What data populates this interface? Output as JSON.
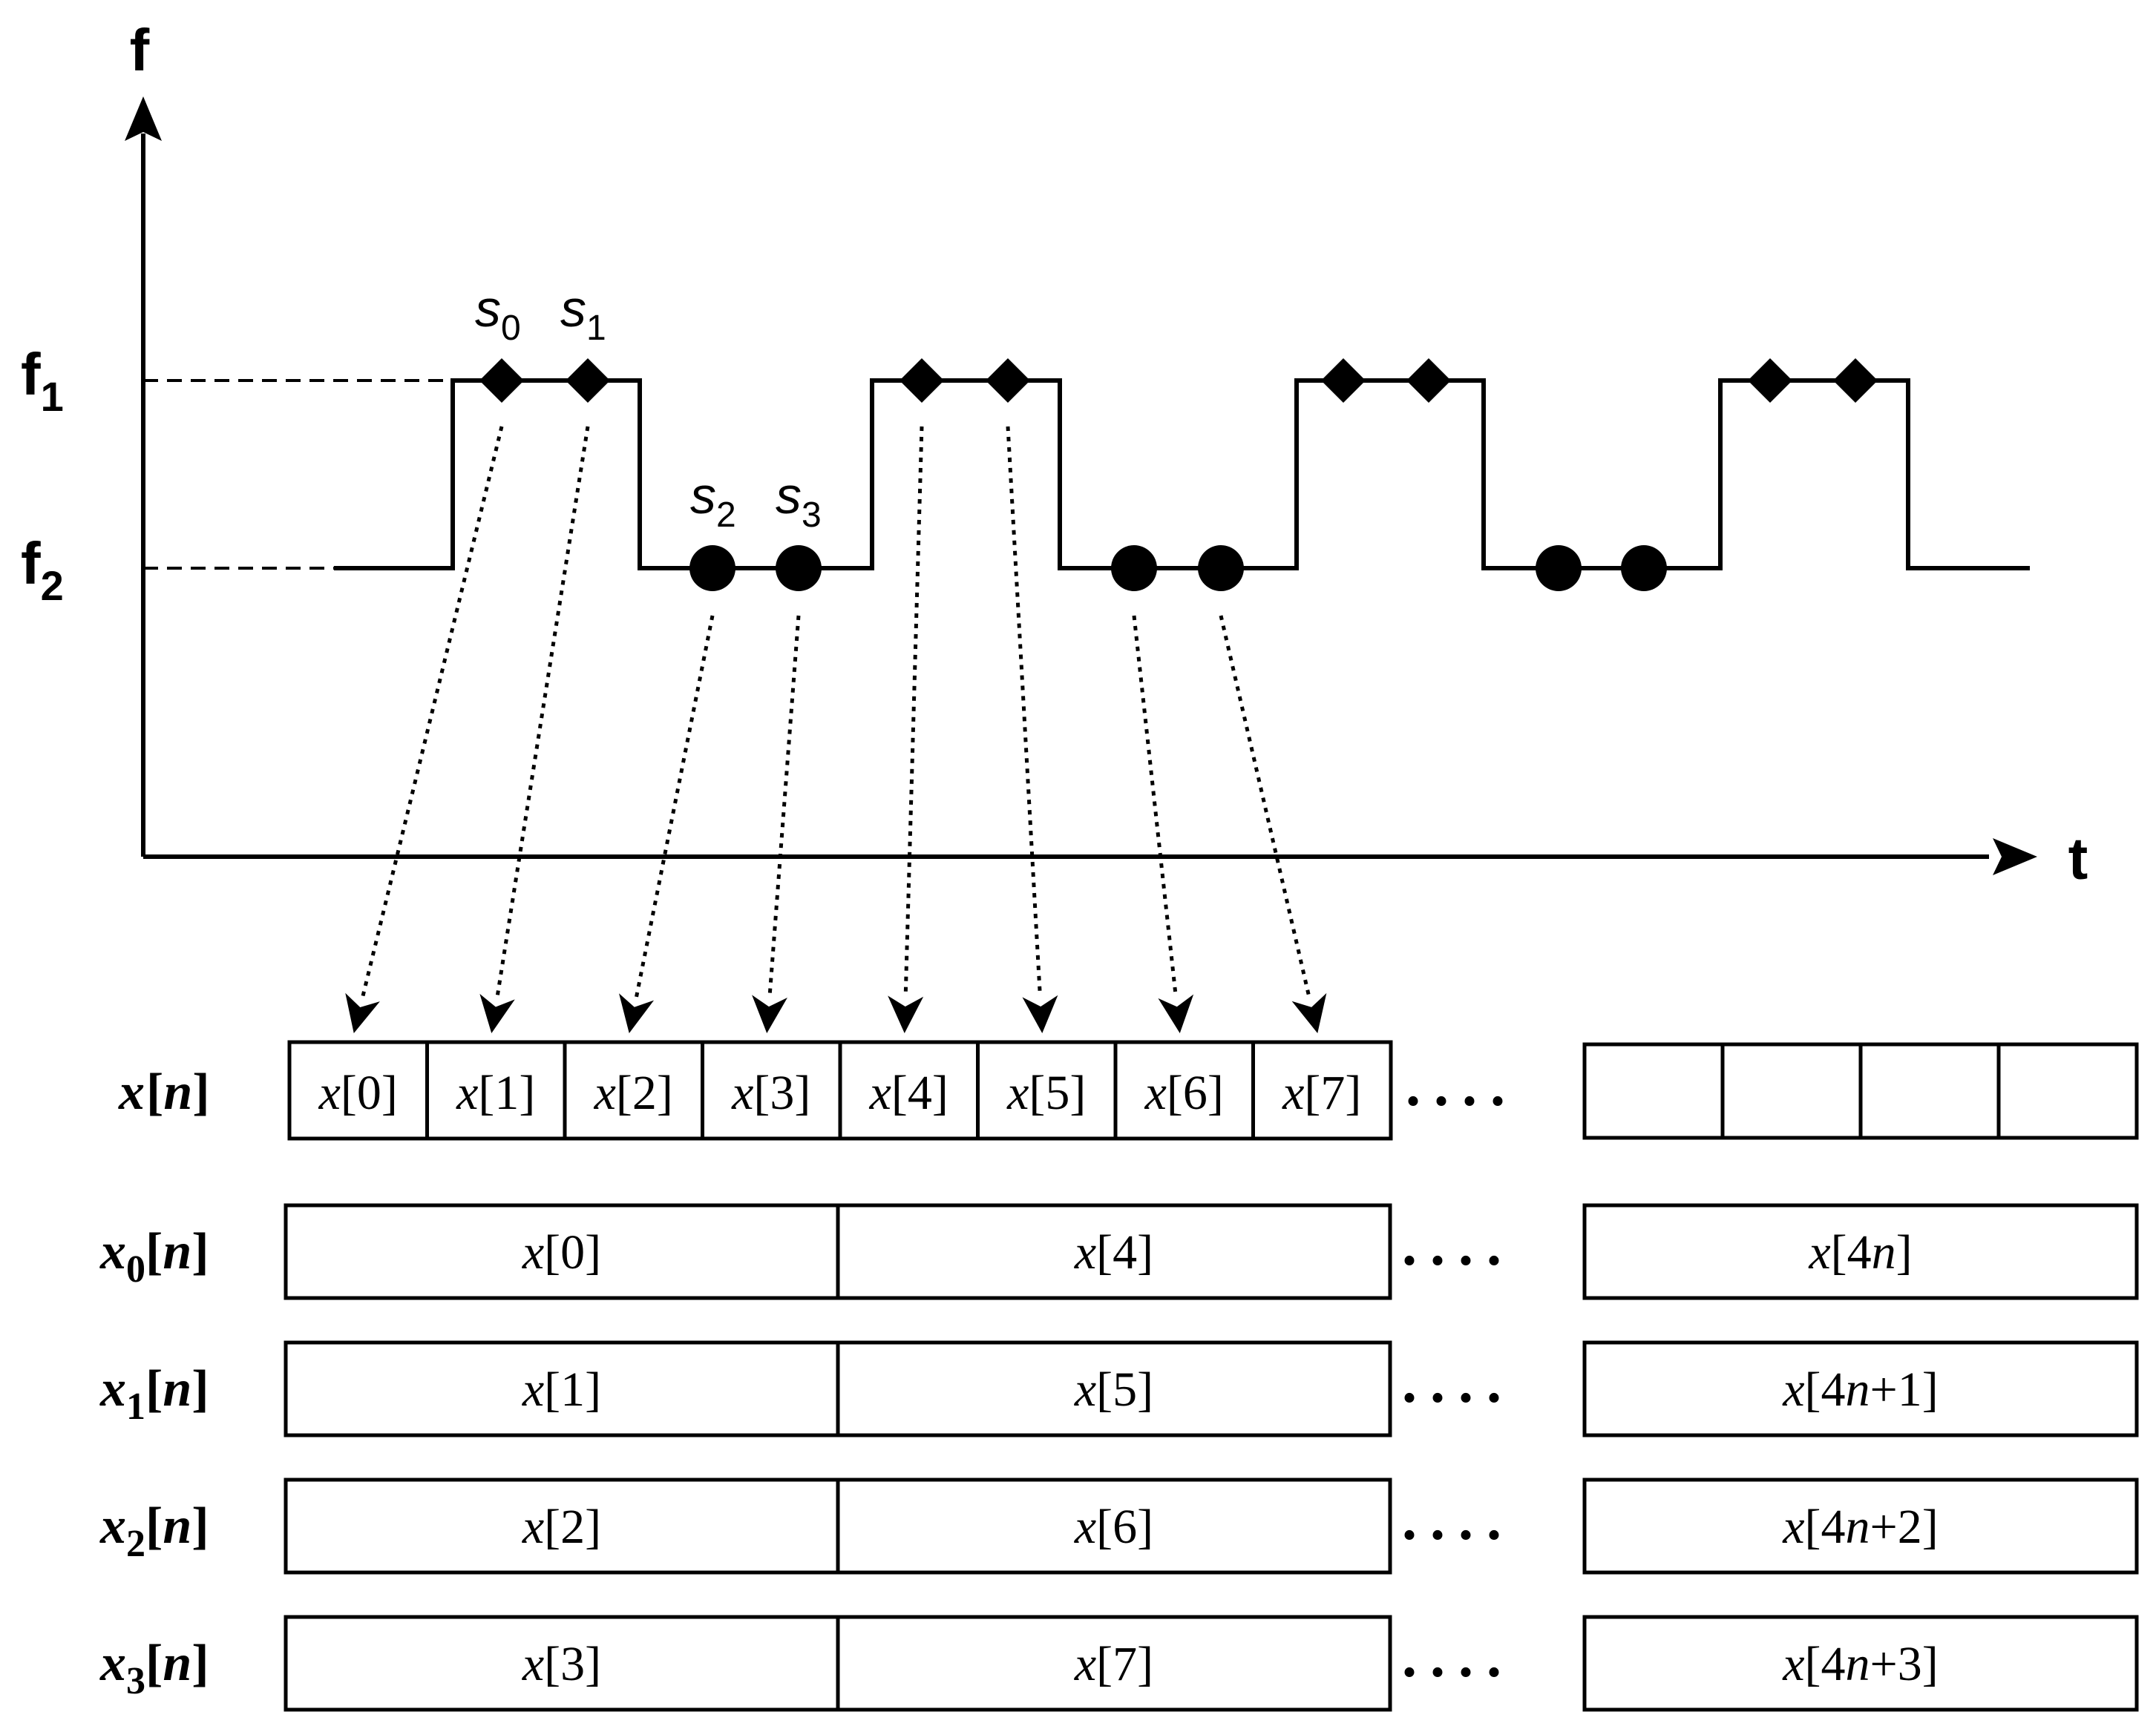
{
  "axes": {
    "y_label": "f",
    "x_label": "t",
    "levels": [
      {
        "name": "f",
        "sub": "1"
      },
      {
        "name": "f",
        "sub": "2"
      }
    ]
  },
  "sample_labels": [
    {
      "name": "s",
      "sub": "0"
    },
    {
      "name": "s",
      "sub": "1"
    },
    {
      "name": "s",
      "sub": "2"
    },
    {
      "name": "s",
      "sub": "3"
    }
  ],
  "signal": {
    "high_level": "f1",
    "low_level": "f2",
    "high_marker": "diamond",
    "low_marker": "circle"
  },
  "input_row": {
    "label": {
      "name": "x",
      "sub": "",
      "arg": "[n]"
    },
    "cells": [
      {
        "v": "x",
        "i": "0"
      },
      {
        "v": "x",
        "i": "1"
      },
      {
        "v": "x",
        "i": "2"
      },
      {
        "v": "x",
        "i": "3"
      },
      {
        "v": "x",
        "i": "4"
      },
      {
        "v": "x",
        "i": "5"
      },
      {
        "v": "x",
        "i": "6"
      },
      {
        "v": "x",
        "i": "7"
      }
    ],
    "ellipsis": "....",
    "tail_cells": 4
  },
  "decimated_rows": [
    {
      "label": {
        "name": "x",
        "sub": "0",
        "arg": "[n]"
      },
      "cells": [
        {
          "v": "x",
          "i": "0"
        },
        {
          "v": "x",
          "i": "4"
        }
      ],
      "ellipsis": "....",
      "last": {
        "v": "x",
        "n": "n",
        "pre": "4",
        "post": ""
      }
    },
    {
      "label": {
        "name": "x",
        "sub": "1",
        "arg": "[n]"
      },
      "cells": [
        {
          "v": "x",
          "i": "1"
        },
        {
          "v": "x",
          "i": "5"
        }
      ],
      "ellipsis": "....",
      "last": {
        "v": "x",
        "n": "n",
        "pre": "4",
        "post": "+1"
      }
    },
    {
      "label": {
        "name": "x",
        "sub": "2",
        "arg": "[n]"
      },
      "cells": [
        {
          "v": "x",
          "i": "2"
        },
        {
          "v": "x",
          "i": "6"
        }
      ],
      "ellipsis": "....",
      "last": {
        "v": "x",
        "n": "n",
        "pre": "4",
        "post": "+2"
      }
    },
    {
      "label": {
        "name": "x",
        "sub": "3",
        "arg": "[n]"
      },
      "cells": [
        {
          "v": "x",
          "i": "3"
        },
        {
          "v": "x",
          "i": "7"
        }
      ],
      "ellipsis": "....",
      "last": {
        "v": "x",
        "n": "n",
        "pre": "4",
        "post": "+3"
      }
    }
  ]
}
